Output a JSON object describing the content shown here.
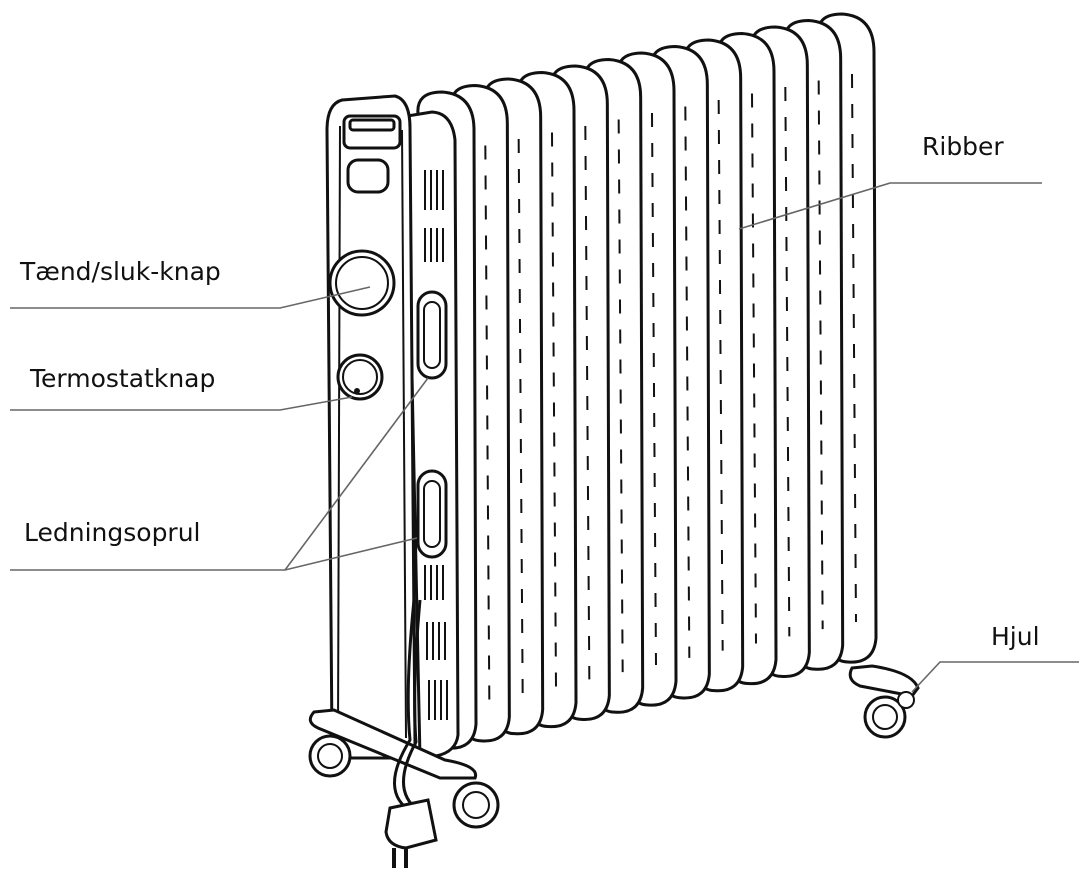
{
  "labels": {
    "on_off_knob": "Tænd/sluk-knap",
    "thermostat_knob": "Termostatknap",
    "cord_wrap": "Ledningsoprul",
    "fins": "Ribber",
    "wheel": "Hjul"
  },
  "colors": {
    "line": "#111111",
    "leader": "#666666",
    "fill": "#ffffff"
  },
  "icons": [
    "radiator-illustration",
    "power-plug-icon",
    "caster-wheel-icon"
  ]
}
